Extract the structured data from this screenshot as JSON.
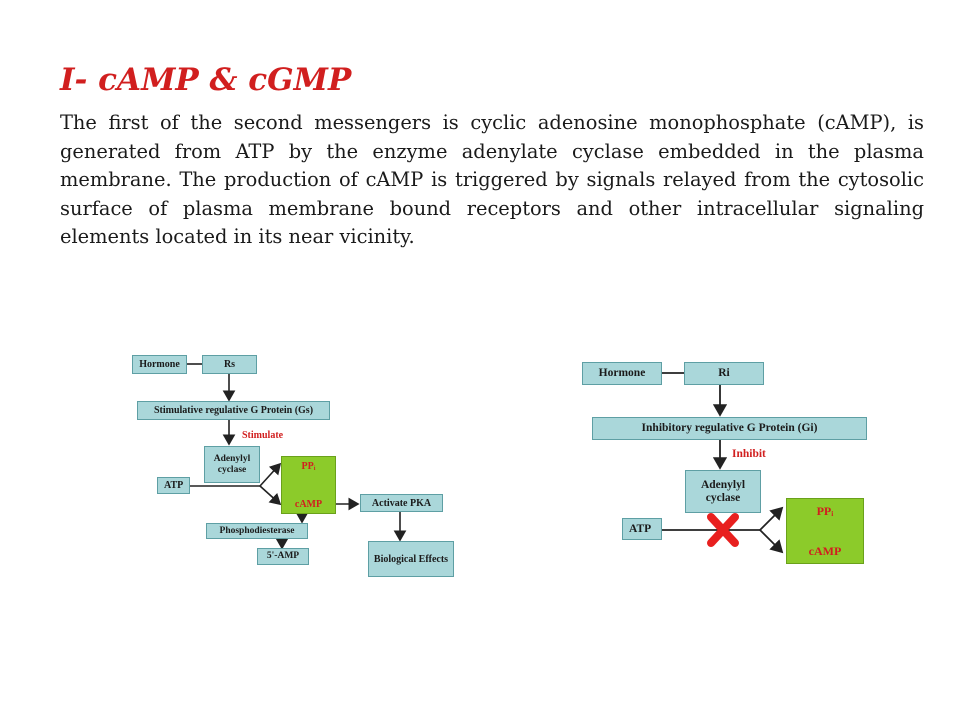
{
  "title": "I- cAMP & cGMP",
  "paragraph": "The first of the second messengers is cyclic adenosine monophosphate (cAMP), is generated from ATP by the enzyme adenylate cyclase embedded in the plasma membrane. The production of cAMP is triggered by signals relayed from the cytosolic surface of plasma membrane bound receptors and other intracellular signaling elements located in its near vicinity.",
  "diagram_left": {
    "hormone": "Hormone",
    "receptor": "Rs",
    "g_protein": "Stimulative regulative G Protein (Gs)",
    "action": "Stimulate",
    "enzyme": "Adenylyl cyclase",
    "atp": "ATP",
    "product_ppi": "PPᵢ",
    "product_camp": "cAMP",
    "activate": "Activate PKA",
    "phosphodiesterase": "Phosphodiesterase",
    "amp": "5'-AMP",
    "effects": "Biological Effects"
  },
  "diagram_right": {
    "hormone": "Hormone",
    "receptor": "Ri",
    "g_protein": "Inhibitory regulative G Protein (Gi)",
    "action": "Inhibit",
    "enzyme": "Adenylyl cyclase",
    "atp": "ATP",
    "product_ppi": "PPᵢ",
    "product_camp": "cAMP",
    "block_icon": "red-x-icon"
  },
  "colors": {
    "title": "#d11f1f",
    "node_fill": "#aad7da",
    "product_fill": "#8ccb2a",
    "accent_red": "#d11f1f"
  }
}
